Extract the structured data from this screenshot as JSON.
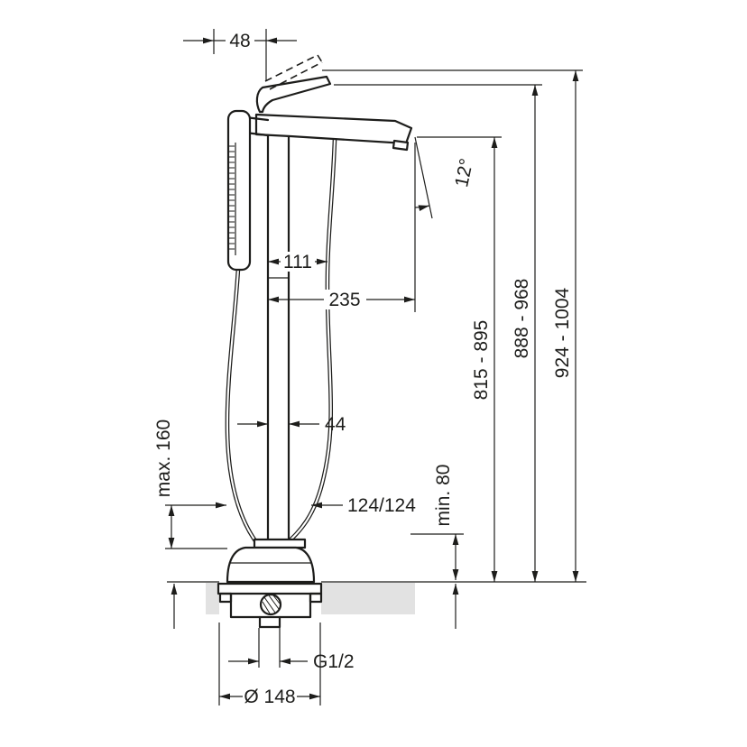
{
  "colors": {
    "background": "#ffffff",
    "line": "#1d1d1b",
    "floor": "#e2e2e2"
  },
  "dimensions": {
    "handle_width": "48",
    "spout_angle": "12°",
    "hose_offset": "111",
    "spout_reach": "235",
    "spout_outlet_height": "815 - 895",
    "handle_rest_height": "888 - 968",
    "total_height": "924 - 1004",
    "hose_clearance": "max. 160",
    "riser_width": "44",
    "hose_lengths": "124/124",
    "floor_clearance": "min. 80",
    "connection_thread": "G1/2",
    "base_diameter": "Ø 148"
  }
}
